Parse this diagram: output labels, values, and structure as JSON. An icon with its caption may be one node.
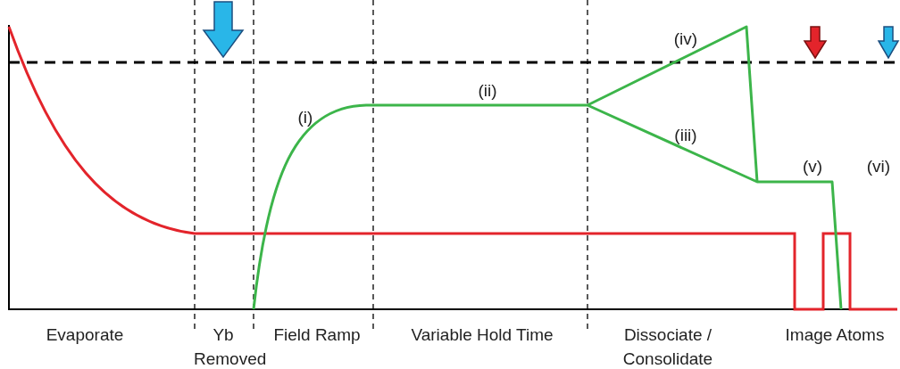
{
  "diagram": {
    "labels": [
      "(iv)",
      "(ii)",
      "(i)",
      "(iii)",
      "(v)",
      "(vi)",
      "Evaporate",
      "Yb Removed",
      "Field Ramp",
      "Variable Hold Time",
      "Dissociate / Consolidate",
      "Image Atoms"
    ]
  }
}
